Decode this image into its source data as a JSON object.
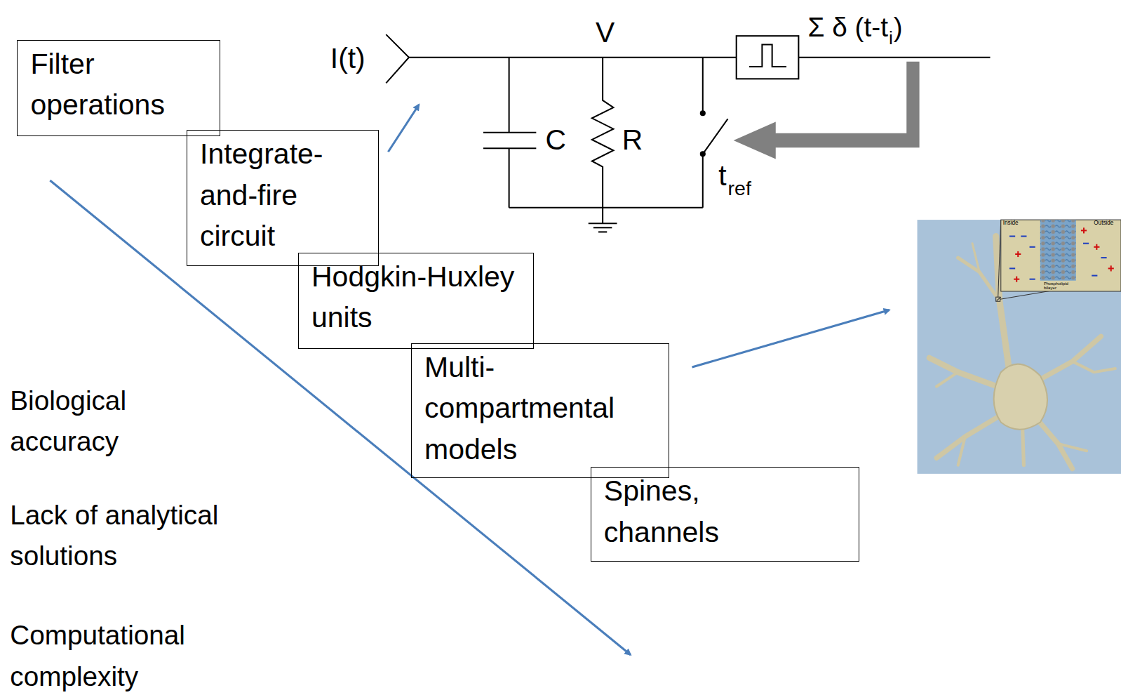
{
  "diagram": {
    "nodes": [
      {
        "text": [
          "Filter operations"
        ]
      },
      {
        "text": [
          "Integrate-and-fire circuit"
        ]
      },
      {
        "text": [
          "Hodgkin-Huxley units"
        ]
      },
      {
        "text": [
          "Multi-compartmental models"
        ]
      },
      {
        "text": [
          "Spines, channels"
        ]
      }
    ],
    "labels": [
      "I(t)",
      "V",
      "C",
      "R",
      "t",
      "ref",
      "Σ δ (t-t",
      "i",
      ")",
      "Biological accuracy",
      "Lack of analytical solutions",
      "Computational complexity",
      "Inside",
      "Outside",
      "Phospholipid bilayer"
    ]
  }
}
